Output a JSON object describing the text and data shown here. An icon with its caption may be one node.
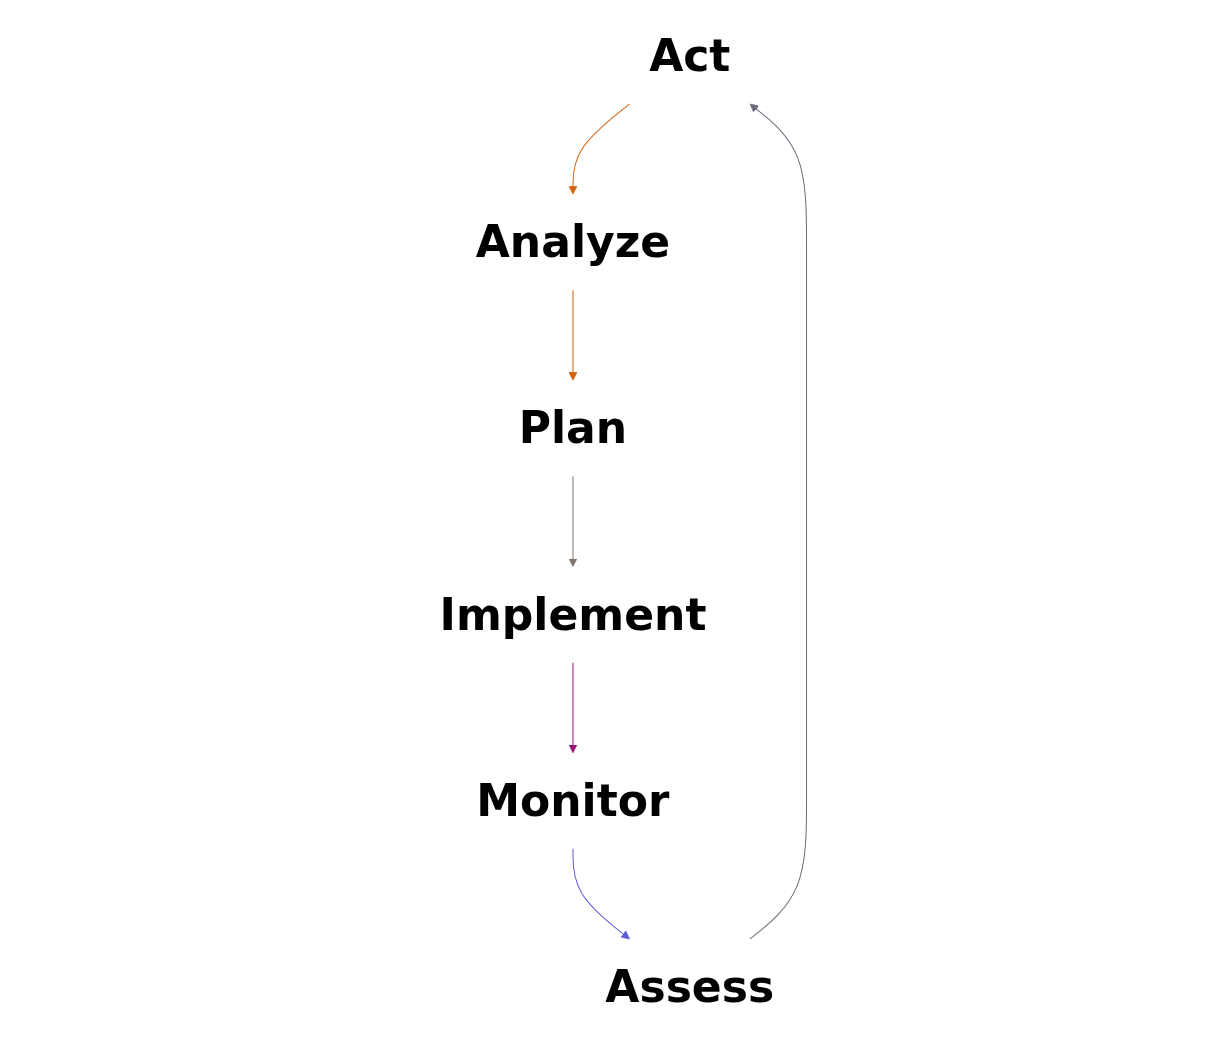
{
  "diagram": {
    "nodes": [
      {
        "text": [
          "Act"
        ]
      },
      {
        "text": [
          "Analyze"
        ]
      },
      {
        "text": [
          "Plan"
        ]
      },
      {
        "text": [
          "Implement"
        ]
      },
      {
        "text": [
          "Monitor"
        ]
      },
      {
        "text": [
          "Assess"
        ]
      }
    ],
    "edges": [
      {
        "from": 0,
        "to": 1,
        "arrow": "to",
        "color": "#d2620b"
      },
      {
        "from": 1,
        "to": 2,
        "arrow": "to",
        "color": "#d2620b"
      },
      {
        "from": 2,
        "to": 3,
        "arrow": "to",
        "color": "#80736a"
      },
      {
        "from": 3,
        "to": 4,
        "arrow": "to",
        "color": "#951579"
      },
      {
        "from": 4,
        "to": 5,
        "arrow": "to",
        "color": "#5f5bd6"
      },
      {
        "from": 5,
        "to": 0,
        "arrow": "to",
        "color": "#6e6b7b"
      }
    ]
  }
}
